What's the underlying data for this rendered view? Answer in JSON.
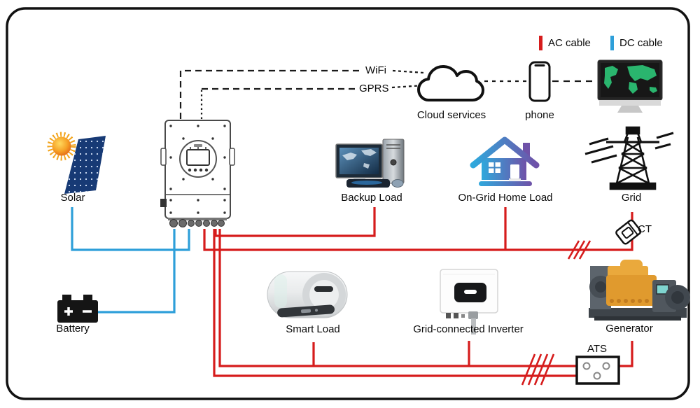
{
  "legend": {
    "ac_label": "AC cable",
    "ac_color": "#d61c1c",
    "dc_label": "DC cable",
    "dc_color": "#2e9fd9"
  },
  "network": {
    "wifi_label": "WiFi",
    "gprs_label": "GPRS",
    "cloud_label": "Cloud services",
    "phone_label": "phone"
  },
  "nodes": {
    "solar": "Solar",
    "battery": "Battery",
    "backup_load": "Backup Load",
    "on_grid_home_load": "On-Grid Home Load",
    "grid": "Grid",
    "ct": "CT",
    "smart_load": "Smart Load",
    "grid_connected_inverter": "Grid-connected Inverter",
    "generator": "Generator",
    "ats": "ATS"
  }
}
